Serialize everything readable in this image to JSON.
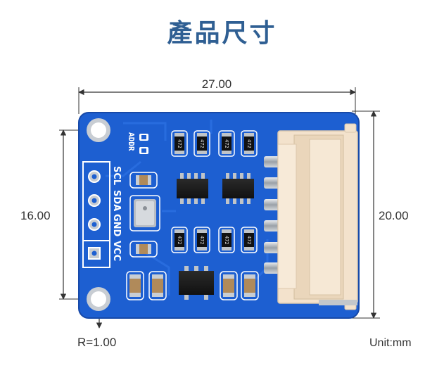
{
  "title": "產品尺寸",
  "dimensions": {
    "width": "27.00",
    "height": "20.00",
    "hole_spacing": "16.00",
    "radius": "R=1.00",
    "unit": "Unit:mm"
  },
  "board": {
    "silkscreen": {
      "addr": "ADDR",
      "pins": [
        "SCL",
        "SDA",
        "GND",
        "VCC"
      ]
    },
    "resistor_marking": "472",
    "colors": {
      "pcb": "#1d5fd1",
      "pcb_dark": "#1749a8",
      "connector": "#f3e2cc",
      "silkscreen": "#ffffff",
      "pad": "#c7ccd2"
    }
  },
  "colors": {
    "title": "#2f5f93",
    "dimension_line": "#333333"
  }
}
